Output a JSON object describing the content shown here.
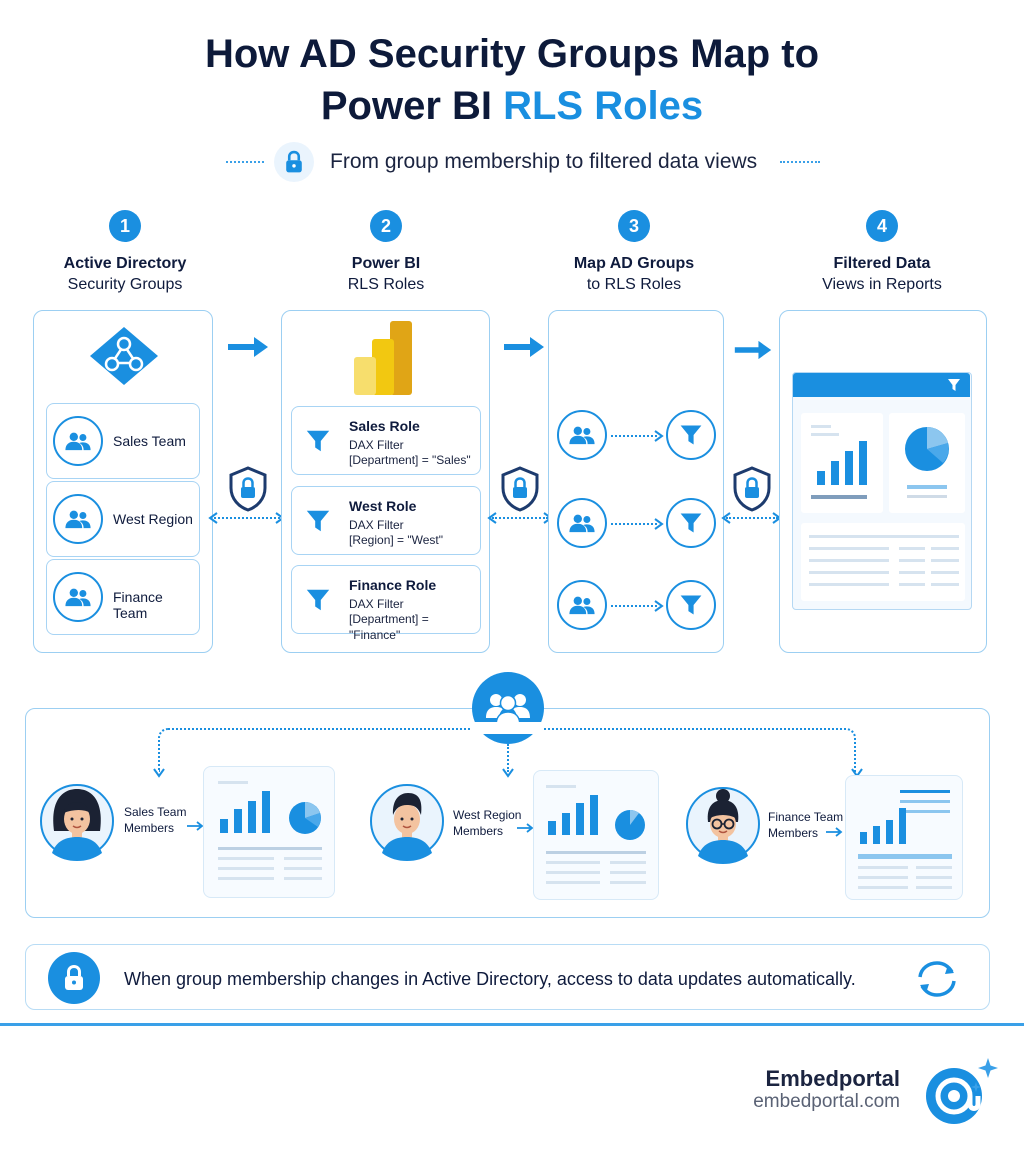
{
  "header": {
    "title_line1": "How AD Security Groups Map to",
    "title_line2_prefix": "Power BI ",
    "title_line2_highlight": "RLS Roles",
    "subtitle": "From group membership to filtered data views"
  },
  "steps": [
    {
      "number": "1",
      "line1": "Active Directory",
      "line2": "Security Groups"
    },
    {
      "number": "2",
      "line1": "Power BI",
      "line2": "RLS Roles"
    },
    {
      "number": "3",
      "line1": "Map AD Groups",
      "line2": "to RLS Roles"
    },
    {
      "number": "4",
      "line1": "Filtered Data",
      "line2": "Views in Reports"
    }
  ],
  "groups": [
    "Sales Team",
    "West Region",
    "Finance Team"
  ],
  "roles": [
    {
      "name": "Sales Role",
      "filter_label": "DAX Filter",
      "expression": "[Department] = \"Sales\""
    },
    {
      "name": "West Role",
      "filter_label": "DAX Filter",
      "expression": "[Region] = \"West\""
    },
    {
      "name": "Finance Role",
      "filter_label": "DAX Filter",
      "expression": "[Department] = \"Finance\""
    }
  ],
  "members": [
    {
      "line1": "Sales Team",
      "line2": "Members"
    },
    {
      "line1": "West Region",
      "line2": "Members"
    },
    {
      "line1": "Finance Team",
      "line2": "Members"
    }
  ],
  "footer": {
    "note": "When group membership changes in Active Directory, access to data updates automatically.",
    "brand": "Embedportal",
    "brand_url": "embedportal.com"
  },
  "colors": {
    "accent": "#1a8fe0",
    "title": "#0d1a3a",
    "panel_border": "#9ccff2",
    "powerbi_yellow": "#f2c811"
  },
  "icons": [
    "lock-icon",
    "ad-network-icon",
    "users-icon",
    "shield-lock-icon",
    "filter-icon",
    "powerbi-logo-icon",
    "bar-chart-icon",
    "pie-chart-icon",
    "arrow-right-icon",
    "refresh-icon",
    "at-sign-logo-icon",
    "sparkle-icon",
    "person-avatar-icon"
  ]
}
